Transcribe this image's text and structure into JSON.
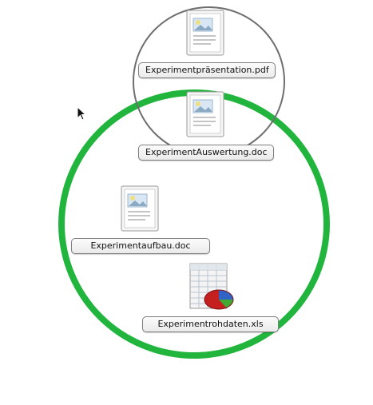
{
  "desktop": {
    "files": [
      {
        "name": "Experimentpräsentation.pdf",
        "icon": "pdf-document-icon"
      },
      {
        "name": "ExperimentAuswertung.doc",
        "icon": "word-document-icon"
      },
      {
        "name": "Experimentaufbau.doc",
        "icon": "word-document-icon"
      },
      {
        "name": "Experimentrohdaten.xls",
        "icon": "spreadsheet-icon"
      }
    ],
    "highlight_colors": {
      "green_ring": "#22b53e",
      "grey_ring": "#6e6e6e"
    }
  }
}
